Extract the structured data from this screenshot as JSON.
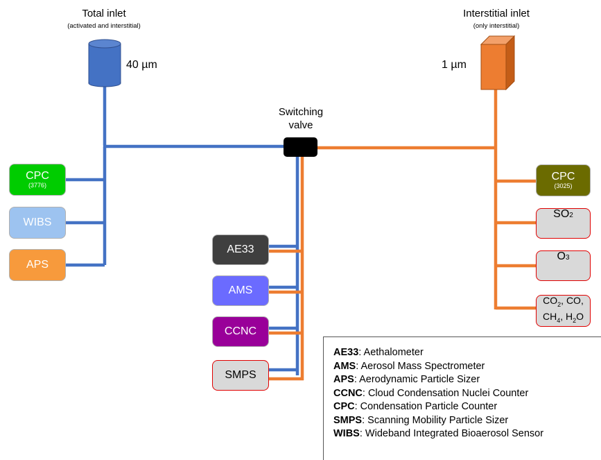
{
  "total_inlet": {
    "title": "Total inlet",
    "subtitle": "(activated and interstitial)",
    "size": "40 µm",
    "color": "#4472c4"
  },
  "interstitial_inlet": {
    "title": "Interstitial inlet",
    "subtitle": "(only interstitial)",
    "size": "1 µm",
    "color": "#ed7d31"
  },
  "valve": {
    "line1": "Switching",
    "line2": "valve"
  },
  "left_instruments": [
    {
      "label": "CPC",
      "sub": "(3776)",
      "fill": "#00cc00",
      "text_color": "#ffffff"
    },
    {
      "label": "WIBS",
      "sub": "",
      "fill": "#9dc3f0",
      "text_color": "#ffffff"
    },
    {
      "label": "APS",
      "sub": "",
      "fill": "#f79a3c",
      "text_color": "#ffffff"
    }
  ],
  "center_instruments": [
    {
      "label": "AE33",
      "fill": "#3f3f3f",
      "text_color": "#ffffff"
    },
    {
      "label": "AMS",
      "fill": "#6b6bff",
      "text_color": "#ffffff"
    },
    {
      "label": "CCNC",
      "fill": "#990099",
      "text_color": "#ffffff"
    },
    {
      "label": "SMPS",
      "fill": "#d9d9d9",
      "text_color": "#000000",
      "border": "#e00000"
    }
  ],
  "right_instruments": [
    {
      "label": "CPC",
      "sub": "(3025)",
      "fill": "#6b6b00",
      "text_color": "#ffffff"
    },
    {
      "label": "SO",
      "sub_script": "2",
      "fill": "#d9d9d9",
      "text_color": "#000000",
      "border": "#e00000"
    },
    {
      "label": "O",
      "sub_script": "3",
      "fill": "#d9d9d9",
      "text_color": "#000000",
      "border": "#e00000"
    },
    {
      "label": "CO2, CO, CH4, H2O",
      "fill": "#d9d9d9",
      "text_color": "#000000",
      "border": "#e00000"
    }
  ],
  "gases": {
    "co2": "CO",
    "co2_sub": "2",
    "co": ", CO,",
    "ch4": "CH",
    "ch4_sub": "4",
    "h2o_a": ", H",
    "h2o_sub": "2",
    "h2o_b": "O"
  },
  "legend": [
    {
      "abbr": "AE33",
      "text": ": Aethalometer"
    },
    {
      "abbr": "AMS",
      "text": ": Aerosol Mass Spectrometer"
    },
    {
      "abbr": "APS",
      "text": ": Aerodynamic Particle Sizer"
    },
    {
      "abbr": "CCNC",
      "text": ": Cloud Condensation Nuclei Counter"
    },
    {
      "abbr": "CPC",
      "text": ": Condensation Particle Counter"
    },
    {
      "abbr": "SMPS",
      "text": ": Scanning Mobility Particle Sizer"
    },
    {
      "abbr": "WIBS",
      "text": ": Wideband Integrated Bioaerosol Sensor"
    }
  ]
}
